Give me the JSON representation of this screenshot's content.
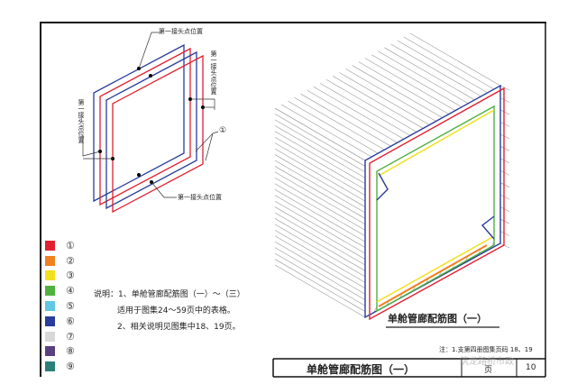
{
  "detail": {
    "label_joint": "第一接头点位置",
    "label_ref": "①"
  },
  "legend": [
    {
      "num": "①",
      "color": "#e02030"
    },
    {
      "num": "②",
      "color": "#f08020"
    },
    {
      "num": "③",
      "color": "#f0e020"
    },
    {
      "num": "④",
      "color": "#50b040"
    },
    {
      "num": "⑤",
      "color": "#60c8e0"
    },
    {
      "num": "⑥",
      "color": "#283c9a"
    },
    {
      "num": "⑦",
      "color": "#d8d8d8"
    },
    {
      "num": "⑧",
      "color": "#5a4080"
    },
    {
      "num": "⑨",
      "color": "#2a8078"
    }
  ],
  "notes": {
    "line1": "说明：1、单舱管廊配筋图（一）～（三）",
    "line2": "适用于图集24～59页中的表格。",
    "line3": "2、相关说明见图集中18、19页。"
  },
  "view_title": "单舱管廊配筋图（一）",
  "footnote": "注：1.支第四册图集页码 18、19",
  "title_block": {
    "title": "单舱管廊配筋图（一）",
    "page_label": "页",
    "page_num": "10"
  },
  "watermark": "筑龙路桥市政"
}
